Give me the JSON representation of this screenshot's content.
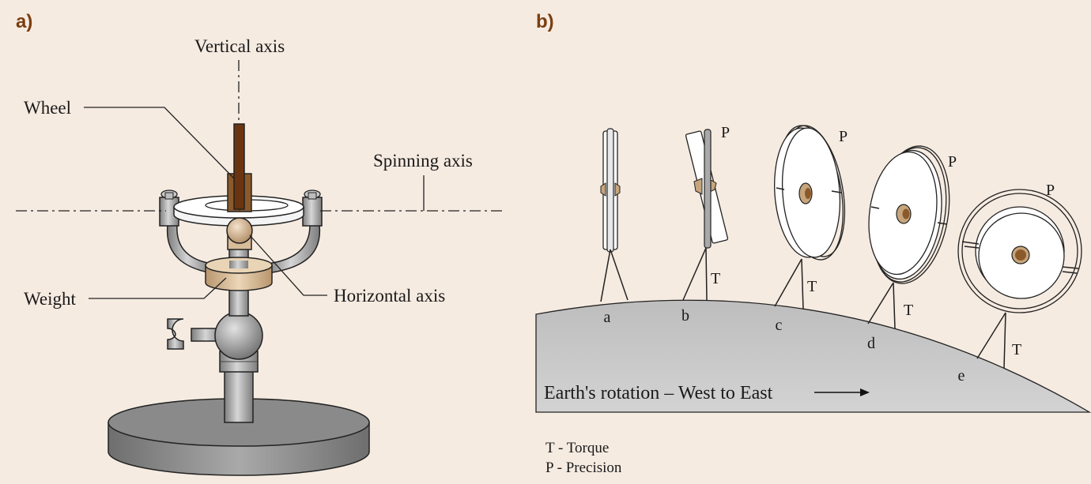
{
  "panels": {
    "a": {
      "label": "a)"
    },
    "b": {
      "label": "b)"
    }
  },
  "diagram_a": {
    "vertical_axis": "Vertical axis",
    "wheel": "Wheel",
    "spinning_axis": "Spinning axis",
    "weight": "Weight",
    "horizontal_axis": "Horizontal axis"
  },
  "diagram_b": {
    "positions": [
      "a",
      "b",
      "c",
      "d",
      "e"
    ],
    "torque_letter": "T",
    "precession_letter": "P",
    "earth_rotation": "Earth's rotation – West to East",
    "legend": {
      "torque": "T - Torque",
      "precision": "P - Precision"
    }
  },
  "colors": {
    "background": "#f6ebe1",
    "panel_label": "#7a3e12",
    "earth": "#c9c9c9",
    "metal": "#9a9a9a",
    "shaft_brown": "#6b3410",
    "weight_tan": "#d9bfa0"
  }
}
